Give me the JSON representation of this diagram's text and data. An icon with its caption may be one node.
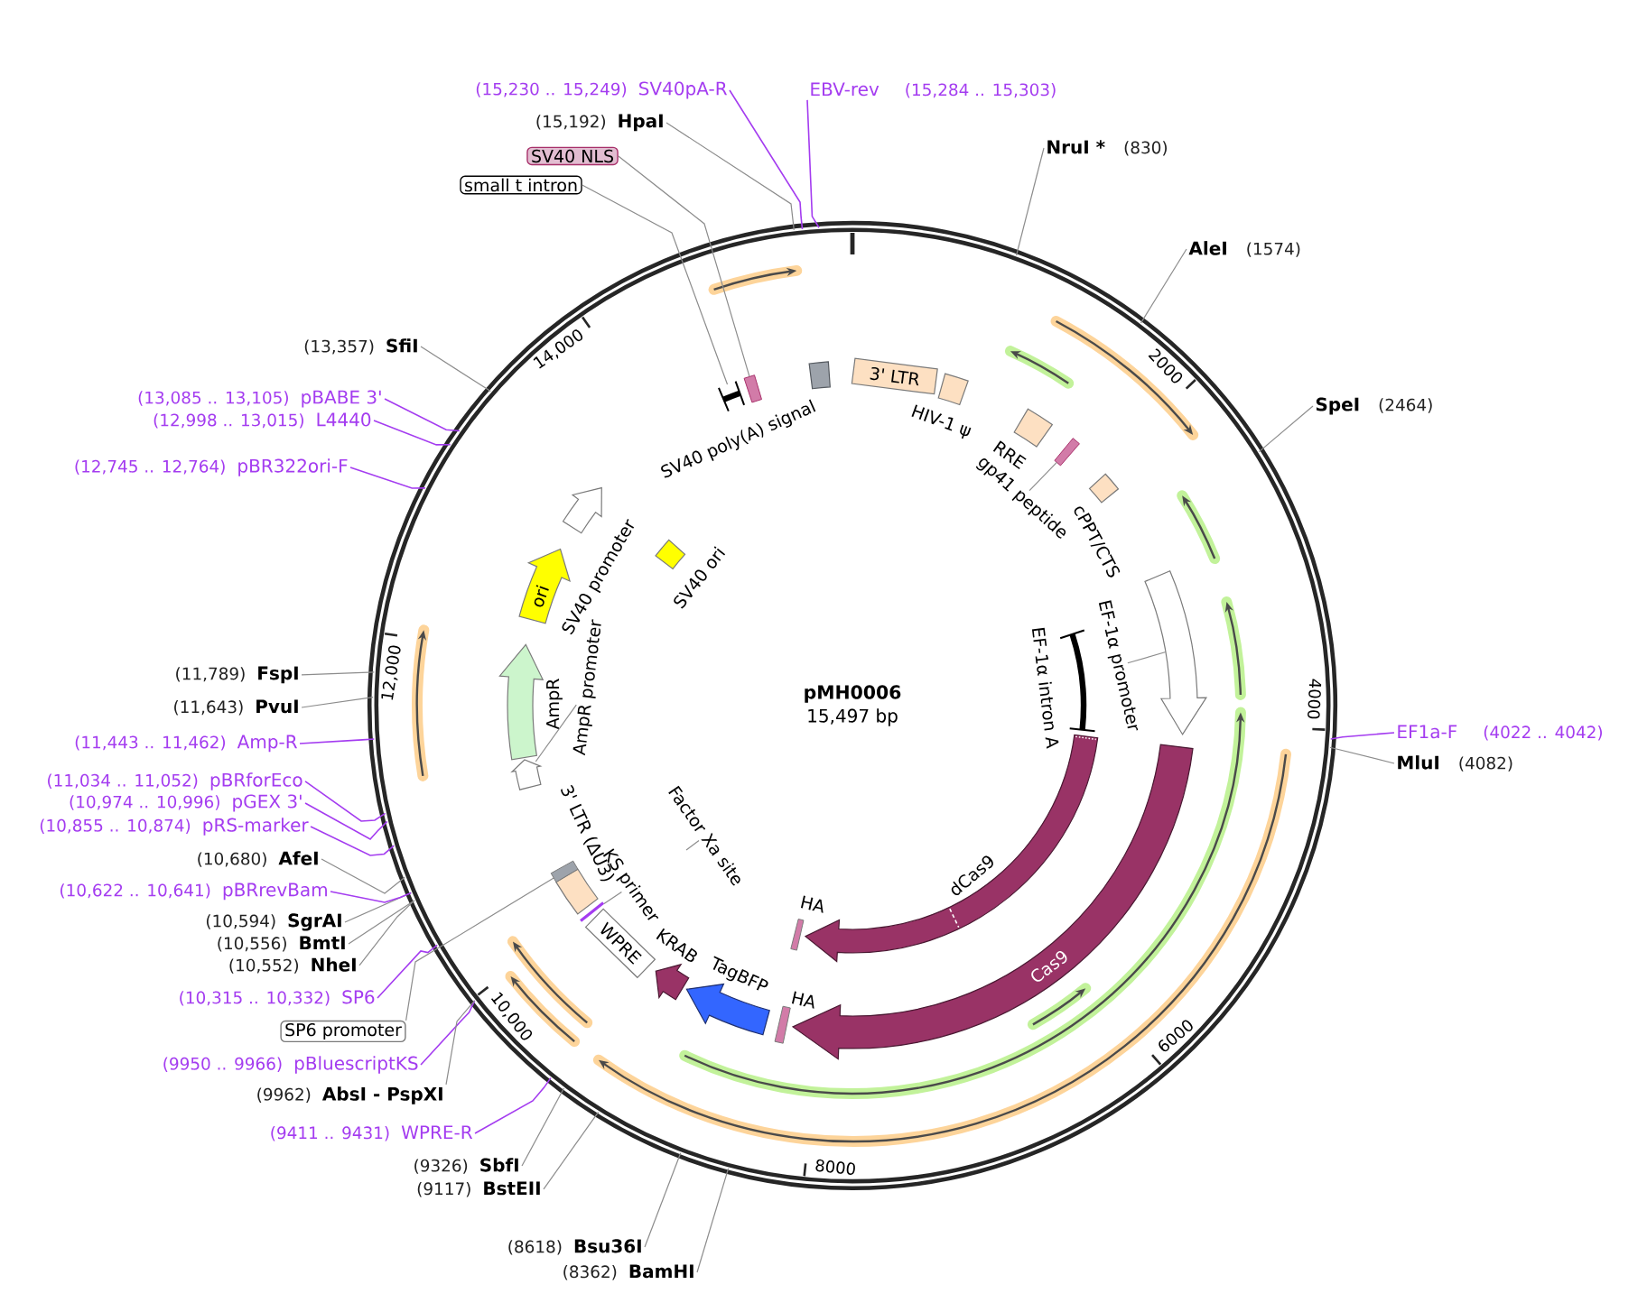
{
  "diagram": {
    "nodes": [
      {
        "text": [
          "pMH0006",
          "15,497 bp"
        ]
      },
      {
        "text": [
          "NruI *",
          "(830)"
        ]
      },
      {
        "text": [
          "AleI",
          "(1574)"
        ]
      },
      {
        "text": [
          "SpeI",
          "(2464)"
        ]
      },
      {
        "text": [
          "EF1a-F",
          "(4022 .. 4042)"
        ]
      },
      {
        "text": [
          "MluI",
          "(4082)"
        ]
      },
      {
        "text": [
          "(8362)",
          "BamHI"
        ]
      },
      {
        "text": [
          "(8618)",
          "Bsu36I"
        ]
      },
      {
        "text": [
          "(9117)",
          "BstEII"
        ]
      },
      {
        "text": [
          "(9326)",
          "SbfI"
        ]
      },
      {
        "text": [
          "(9411 .. 9431)",
          "WPRE-R"
        ]
      },
      {
        "text": [
          "(9950 .. 9966)",
          "pBluescriptKS"
        ]
      },
      {
        "text": [
          "(9962)",
          "AbsI - PspXI"
        ]
      },
      {
        "text": [
          "SP6 promoter"
        ]
      },
      {
        "text": [
          "(10,315 .. 10,332)",
          "SP6"
        ]
      },
      {
        "text": [
          "(10,552)",
          "NheI"
        ]
      },
      {
        "text": [
          "(10,556)",
          "BmtI"
        ]
      },
      {
        "text": [
          "(10,594)",
          "SgrAI"
        ]
      },
      {
        "text": [
          "(10,622 .. 10,641)",
          "pBRrevBam"
        ]
      },
      {
        "text": [
          "(10,680)",
          "AfeI"
        ]
      },
      {
        "text": [
          "(10,855 .. 10,874)",
          "pRS-marker"
        ]
      },
      {
        "text": [
          "(10,974 .. 10,996)",
          "pGEX 3'"
        ]
      },
      {
        "text": [
          "(11,034 .. 11,052)",
          "pBRforEco"
        ]
      },
      {
        "text": [
          "(11,443 .. 11,462)",
          "Amp-R"
        ]
      },
      {
        "text": [
          "(11,643)",
          "PvuI"
        ]
      },
      {
        "text": [
          "(11,789)",
          "FspI"
        ]
      },
      {
        "text": [
          "(12,745 .. 12,764)",
          "pBR322ori-F"
        ]
      },
      {
        "text": [
          "(12,998 .. 13,015)",
          "L4440"
        ]
      },
      {
        "text": [
          "(13,085 .. 13,105)",
          "pBABE 3'"
        ]
      },
      {
        "text": [
          "(13,357)",
          "SfiI"
        ]
      },
      {
        "text": [
          "small t intron"
        ]
      },
      {
        "text": [
          "SV40 NLS"
        ]
      },
      {
        "text": [
          "(15,192)",
          "HpaI"
        ]
      },
      {
        "text": [
          "(15,230 .. 15,249)",
          "SV40pA-R"
        ]
      },
      {
        "text": [
          "EBV-rev",
          "(15,284 .. 15,303)"
        ]
      },
      {
        "text": [],
        "shape": "box",
        "in": 0
      },
      {
        "text": [
          "3' LTR"
        ],
        "in": 0
      },
      {
        "text": [],
        "shape": "box",
        "in": 0,
        "beside": [
          "HIV-1 ψ"
        ]
      },
      {
        "text": [],
        "shape": "box",
        "in": 0,
        "beside": [
          "RRE"
        ]
      },
      {
        "text": [],
        "shape": "bar",
        "in": 0
      },
      {
        "text": [
          "gp41 peptide"
        ],
        "in": 0
      },
      {
        "text": [],
        "shape": "box",
        "in": 0,
        "beside": [
          "cPPT/CTS"
        ]
      },
      {
        "text": [],
        "shape": "arrow",
        "in": 0
      },
      {
        "text": [
          "EF-1α promoter"
        ],
        "in": 0
      },
      {
        "text": [],
        "shape": "bar",
        "in": 0,
        "beside": [
          "EF-1α intron A"
        ]
      },
      {
        "text": [],
        "shape": "arrow",
        "in": 0,
        "beside": [
          "dCas9"
        ]
      },
      {
        "text": [
          "Cas9"
        ],
        "in": 0
      },
      {
        "text": [],
        "shape": "bar",
        "in": 0,
        "beside": [
          "HA"
        ]
      },
      {
        "text": [],
        "shape": "bar",
        "in": 0,
        "beside": [
          "HA"
        ]
      },
      {
        "text": [],
        "shape": "arrow",
        "in": 0,
        "beside": [
          "TagBFP"
        ]
      },
      {
        "text": [],
        "shape": "arrow",
        "in": 0,
        "beside": [
          "KRAB"
        ]
      },
      {
        "text": [
          "WPRE"
        ],
        "in": 0
      },
      {
        "text": [],
        "shape": "bar",
        "in": 0
      },
      {
        "text": [
          "KS primer"
        ],
        "in": 0
      },
      {
        "text": [
          "Factor Xa site"
        ],
        "in": 0
      },
      {
        "text": [],
        "shape": "box",
        "in": 0,
        "beside": [
          "3' LTR (ΔU3)"
        ]
      },
      {
        "text": [],
        "shape": "bar",
        "in": 0
      },
      {
        "text": [],
        "shape": "arrow",
        "in": 0
      },
      {
        "text": [
          "AmpR promoter"
        ],
        "in": 0
      },
      {
        "text": [],
        "shape": "arrow",
        "in": 0,
        "beside": [
          "AmpR"
        ]
      },
      {
        "text": [
          "ori"
        ],
        "in": 0
      },
      {
        "text": [],
        "shape": "arrow",
        "in": 0,
        "beside": [
          "SV40 promoter"
        ]
      },
      {
        "text": [],
        "shape": "box",
        "in": 0,
        "beside": [
          "SV40 ori"
        ]
      },
      {
        "text": [],
        "shape": "bar",
        "in": 0
      },
      {
        "text": [],
        "shape": "bar",
        "in": 0
      }
    ],
    "edges": [
      {
        "from": 1,
        "to": 0,
        "arrow": "none"
      },
      {
        "from": 2,
        "to": 0,
        "arrow": "none"
      },
      {
        "from": 3,
        "to": 0,
        "arrow": "none"
      },
      {
        "from": 4,
        "to": 0,
        "arrow": "none",
        "color": "#a43cf0"
      },
      {
        "from": 5,
        "to": 0,
        "arrow": "none"
      },
      {
        "from": 6,
        "to": 0,
        "arrow": "none"
      },
      {
        "from": 7,
        "to": 0,
        "arrow": "none"
      },
      {
        "from": 8,
        "to": 0,
        "arrow": "none"
      },
      {
        "from": 9,
        "to": 0,
        "arrow": "none"
      },
      {
        "from": 10,
        "to": 0,
        "arrow": "none",
        "color": "#a43cf0"
      },
      {
        "from": 11,
        "to": 0,
        "arrow": "none",
        "color": "#a43cf0"
      },
      {
        "from": 12,
        "to": 0,
        "arrow": "none"
      },
      {
        "from": 14,
        "to": 0,
        "arrow": "none",
        "color": "#a43cf0"
      },
      {
        "from": 15,
        "to": 0,
        "arrow": "none"
      },
      {
        "from": 16,
        "to": 0,
        "arrow": "none"
      },
      {
        "from": 17,
        "to": 0,
        "arrow": "none"
      },
      {
        "from": 18,
        "to": 0,
        "arrow": "none",
        "color": "#a43cf0"
      },
      {
        "from": 19,
        "to": 0,
        "arrow": "none"
      },
      {
        "from": 20,
        "to": 0,
        "arrow": "none",
        "color": "#a43cf0"
      },
      {
        "from": 21,
        "to": 0,
        "arrow": "none",
        "color": "#a43cf0"
      },
      {
        "from": 22,
        "to": 0,
        "arrow": "none",
        "color": "#a43cf0"
      },
      {
        "from": 23,
        "to": 0,
        "arrow": "none",
        "color": "#a43cf0"
      },
      {
        "from": 24,
        "to": 0,
        "arrow": "none"
      },
      {
        "from": 25,
        "to": 0,
        "arrow": "none"
      },
      {
        "from": 26,
        "to": 0,
        "arrow": "none",
        "color": "#a43cf0"
      },
      {
        "from": 27,
        "to": 0,
        "arrow": "none",
        "color": "#a43cf0"
      },
      {
        "from": 28,
        "to": 0,
        "arrow": "none",
        "color": "#a43cf0"
      },
      {
        "from": 29,
        "to": 0,
        "arrow": "none"
      },
      {
        "from": 32,
        "to": 0,
        "arrow": "none"
      },
      {
        "from": 33,
        "to": 0,
        "arrow": "none",
        "color": "#a43cf0"
      },
      {
        "from": 34,
        "to": 0,
        "arrow": "none",
        "color": "#a43cf0"
      },
      {
        "from": 13,
        "to": 56,
        "arrow": "none"
      },
      {
        "from": 30,
        "to": 63,
        "arrow": "none"
      },
      {
        "from": 31,
        "to": 64,
        "arrow": "none"
      },
      {
        "from": 40,
        "to": 39,
        "arrow": "none"
      },
      {
        "from": 43,
        "to": 42,
        "arrow": "none"
      },
      {
        "from": 54,
        "to": null,
        "arrow": "none"
      },
      {
        "from": 58,
        "to": 57,
        "arrow": "none"
      },
      {
        "from": 53,
        "to": 52,
        "arrow": "none"
      }
    ],
    "labels": [
      "2000",
      "4000",
      "6000",
      "8000",
      "10,000",
      "12,000",
      "14,000",
      "SV40 poly(A) signal"
    ]
  }
}
